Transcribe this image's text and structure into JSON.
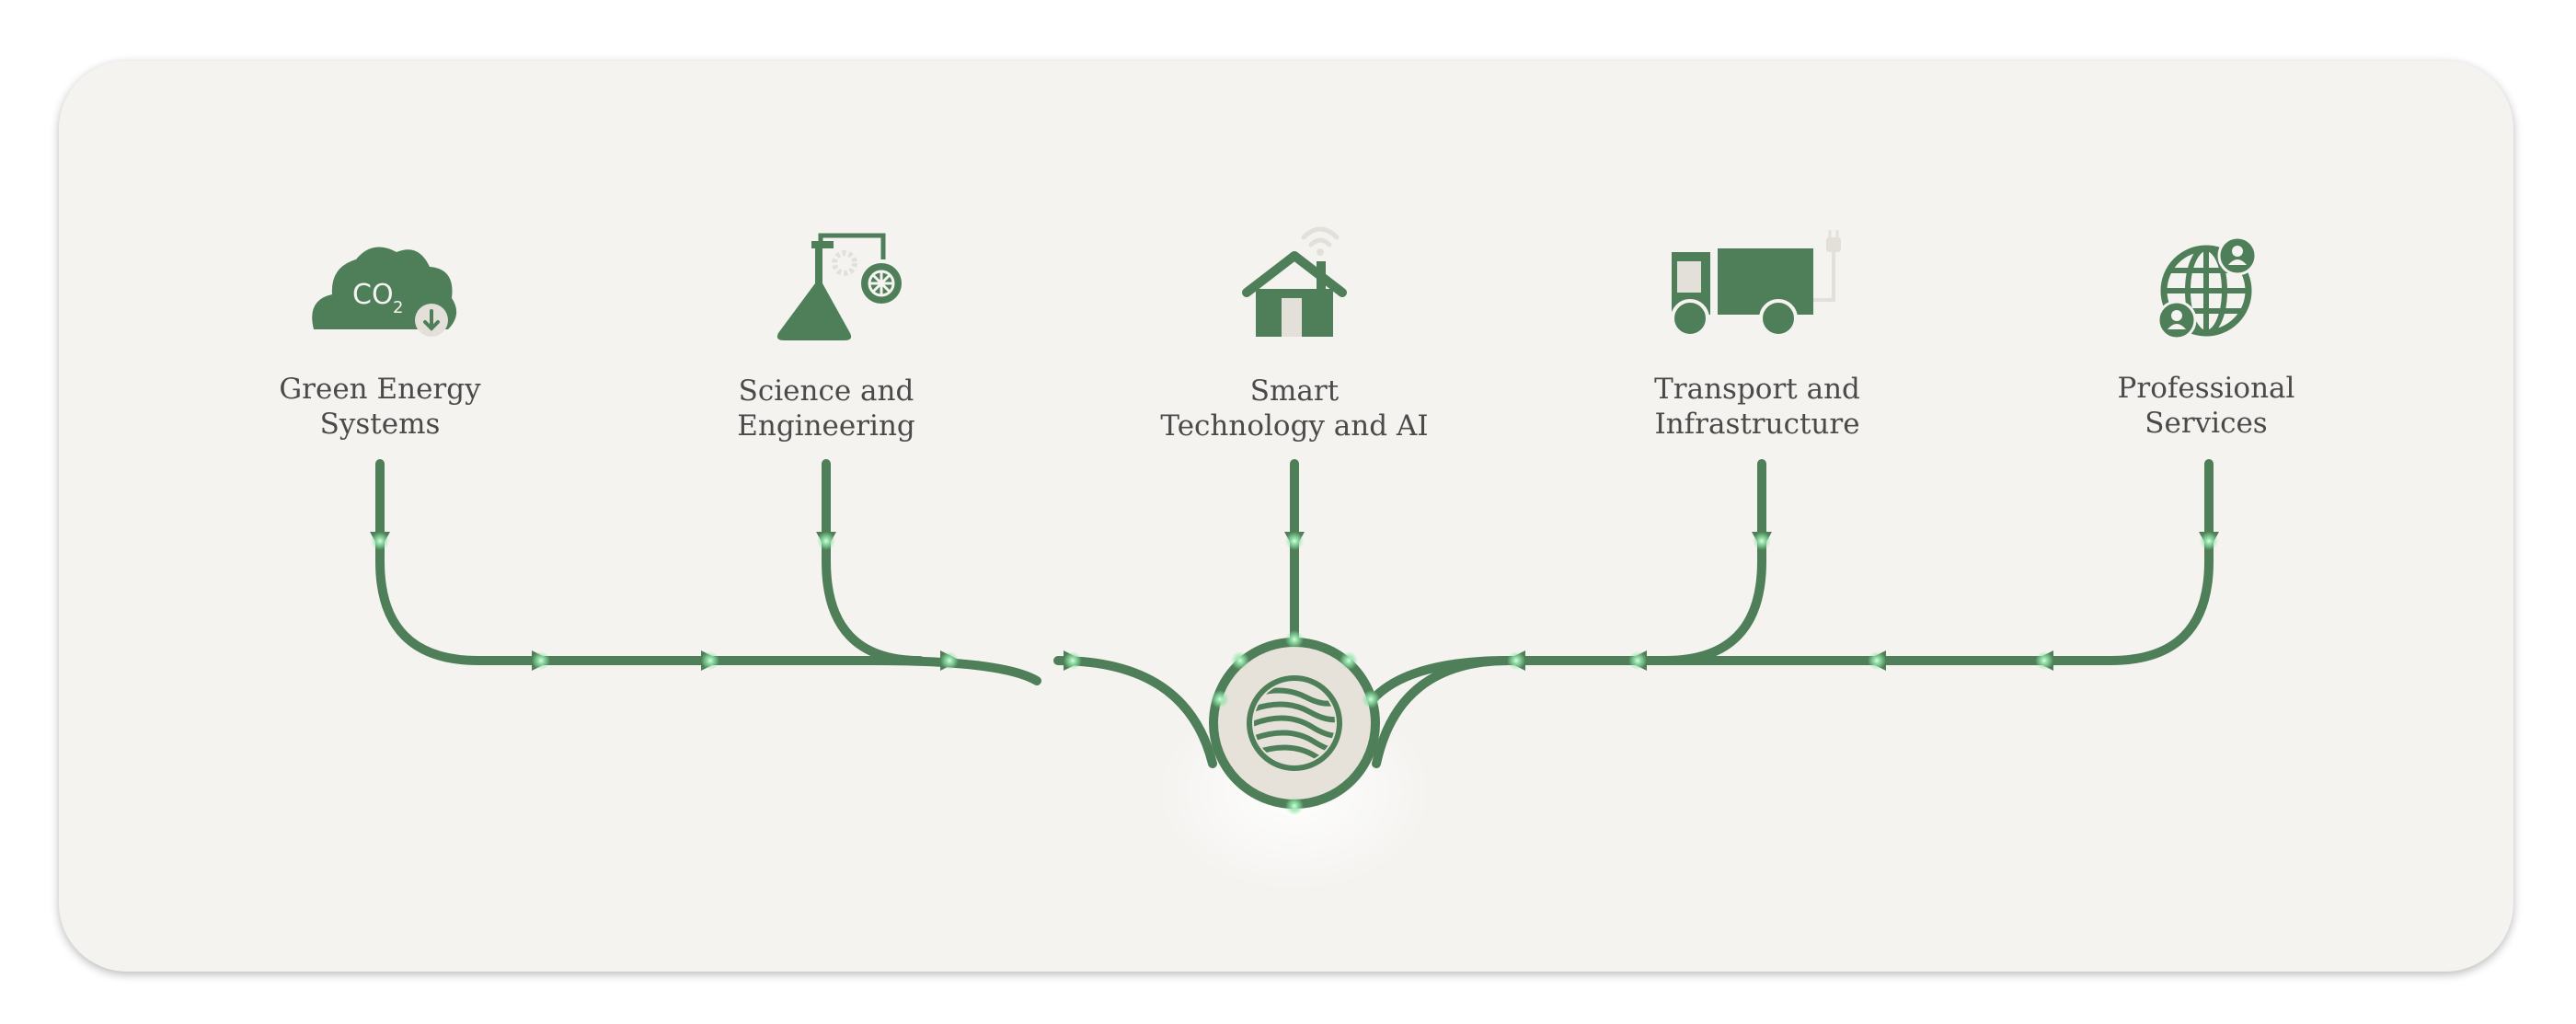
{
  "colors": {
    "accent": "#4e7f58",
    "icon_light": "#e3e0da",
    "hub_fill": "#e6e2da",
    "card_bg": "#f4f3f0",
    "text": "#4a4a4a",
    "glow": "#8fe3a6"
  },
  "categories": [
    {
      "icon": "co2-cloud-icon",
      "lines": [
        "Green Energy",
        "Systems"
      ]
    },
    {
      "icon": "flask-gear-icon",
      "lines": [
        "Science and",
        "Engineering"
      ]
    },
    {
      "icon": "smart-home-icon",
      "lines": [
        "Smart",
        "Technology and AI"
      ]
    },
    {
      "icon": "electric-truck-icon",
      "lines": [
        "Transport and",
        "Infrastructure"
      ]
    },
    {
      "icon": "globe-people-icon",
      "lines": [
        "Professional",
        "Services"
      ]
    }
  ],
  "hub": {
    "icon": "striped-globe-logo"
  }
}
